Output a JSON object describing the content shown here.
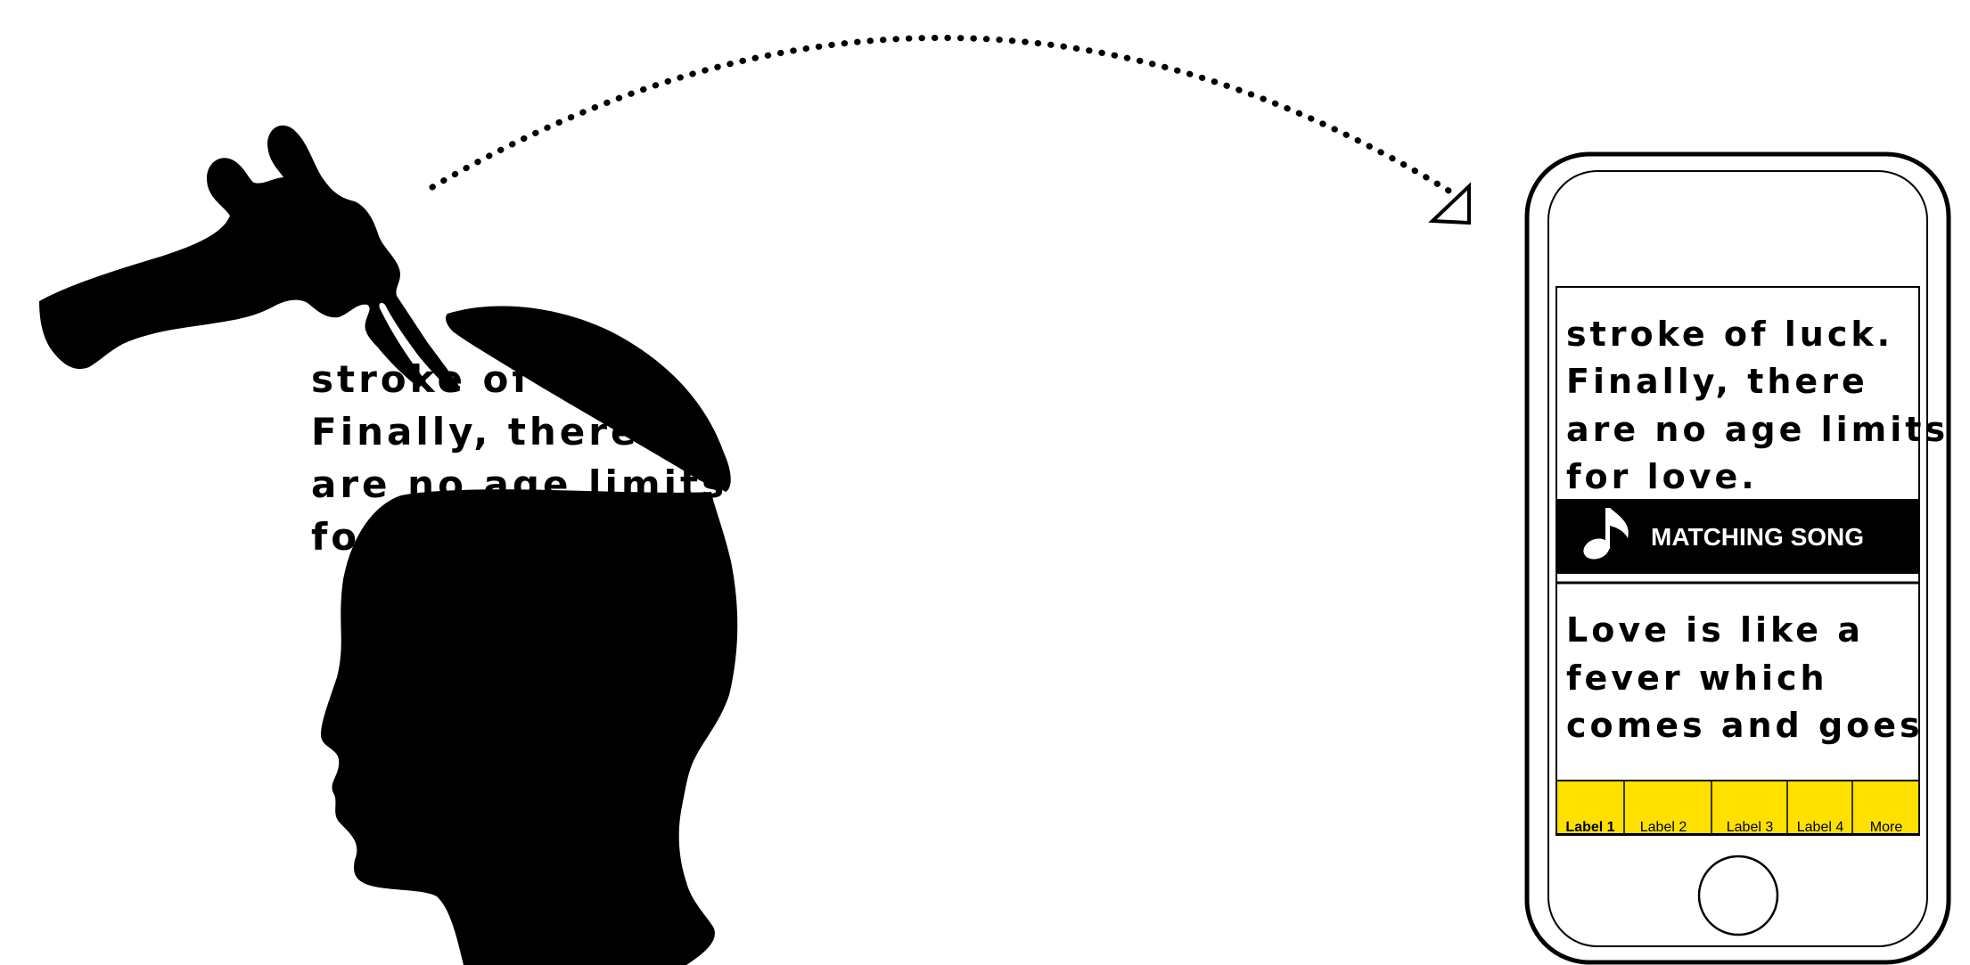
{
  "colors": {
    "ink": "#000000",
    "paper": "#ffffff",
    "tab_bar": "#ffe000"
  },
  "icons": {
    "giraffe": "giraffe-icon",
    "head": "head-silhouette-icon",
    "arrow": "dotted-arrow",
    "note": "music-note-icon",
    "home_button": "home-button-icon"
  },
  "head_text": {
    "lines": [
      "stroke of luck.",
      "Finally, there",
      "are no age limits",
      "for love."
    ]
  },
  "phone": {
    "top_card": {
      "lines": [
        "stroke of luck.",
        "Finally, there",
        "are no age limits",
        "for love."
      ]
    },
    "matching_song": {
      "label": "MATCHING SONG",
      "icon": "music-note-icon"
    },
    "bottom_card": {
      "lines": [
        "Love is like a",
        "fever which",
        "comes and goes"
      ]
    },
    "tabs": [
      "Label 1",
      "Label 2",
      "Label 3",
      "Label 4",
      "More"
    ],
    "active_tab": "Label 1"
  }
}
